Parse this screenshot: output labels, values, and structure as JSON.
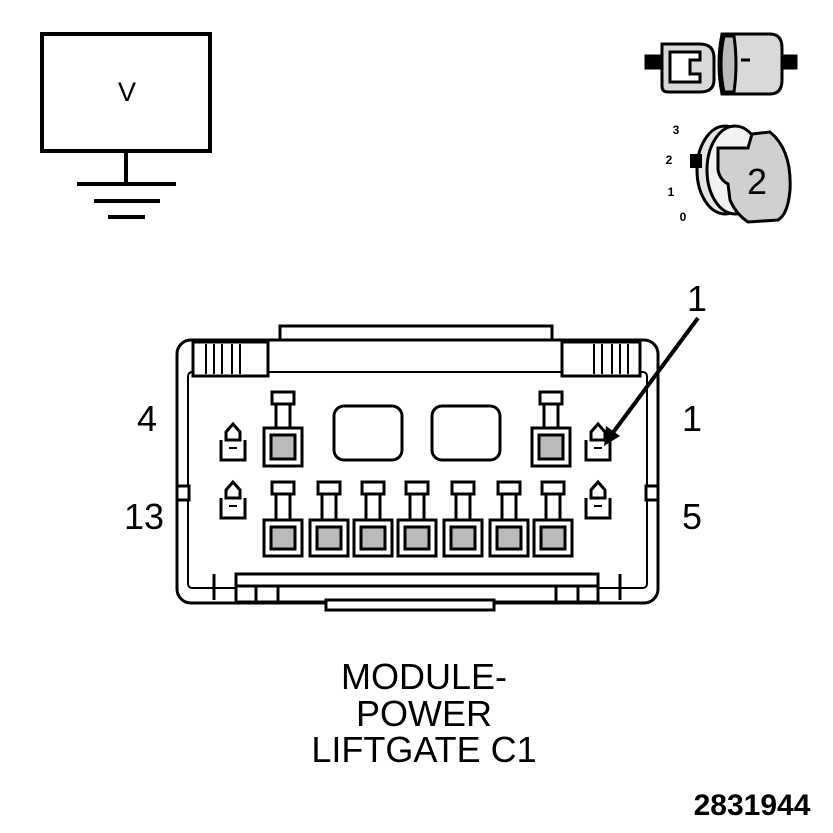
{
  "voltmeter": {
    "symbol": "V"
  },
  "key_icon": {
    "positions": [
      "3",
      "2",
      "1",
      "0"
    ],
    "selected": "2"
  },
  "connector": {
    "pin_labels": {
      "top_left": "4",
      "top_right": "1",
      "bottom_left": "13",
      "bottom_right": "5",
      "callout": "1"
    }
  },
  "caption": {
    "line1": "MODULE-",
    "line2": "POWER",
    "line3": "LIFTGATE C1"
  },
  "figure_id": "2831944"
}
